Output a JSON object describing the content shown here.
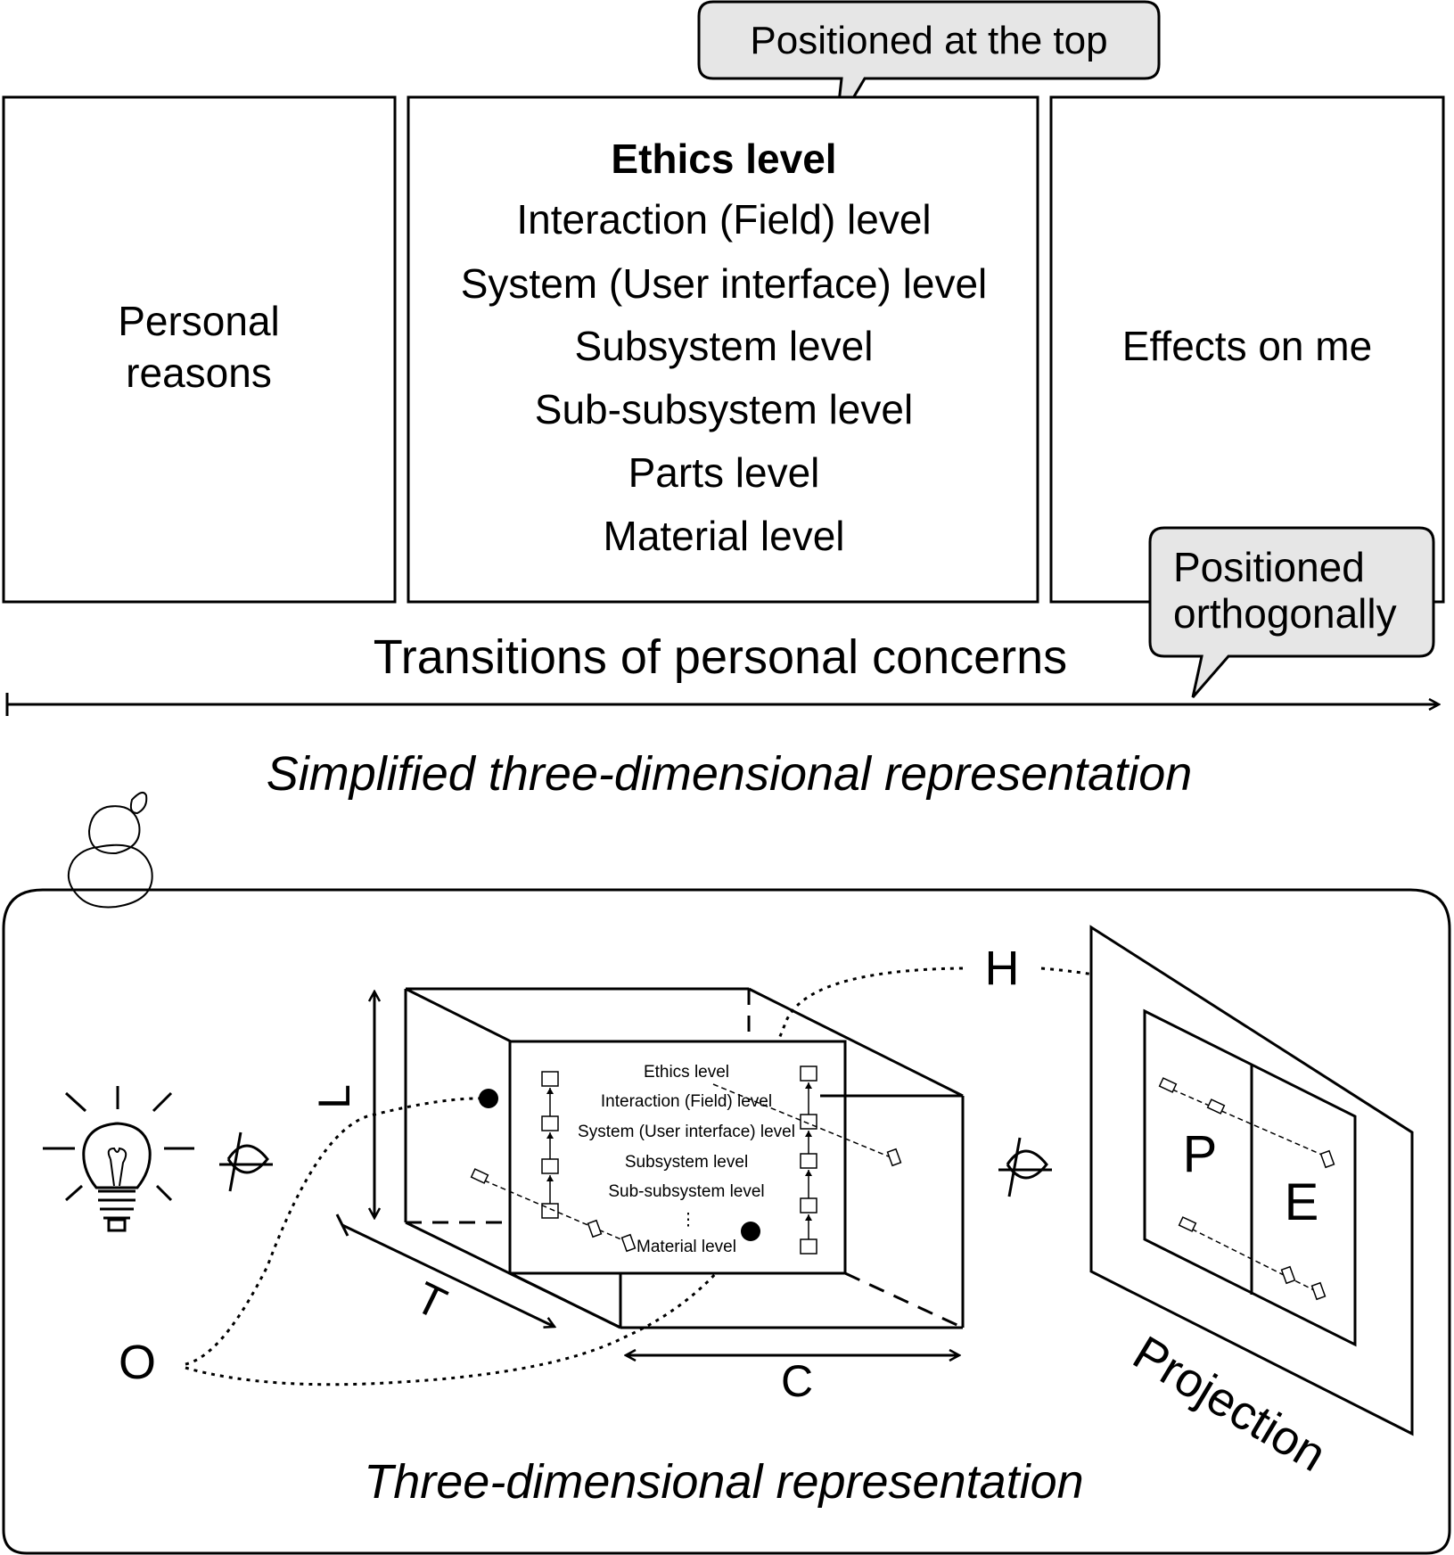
{
  "callouts": {
    "top": "Positioned at the top",
    "orthogonal_line1": "Positioned",
    "orthogonal_line2": "orthogonally"
  },
  "left_box": {
    "line1": "Personal",
    "line2": "reasons"
  },
  "center_box": {
    "levels": [
      "Ethics level",
      "Interaction (Field) level",
      "System (User interface) level",
      "Subsystem level",
      "Sub-subsystem level",
      "Parts level",
      "Material level"
    ]
  },
  "right_box": {
    "label": "Effects on me"
  },
  "axis": {
    "label": "Transitions of personal concerns"
  },
  "simplified_caption": "Simplified three-dimensional representation",
  "three_d": {
    "caption": "Three-dimensional representation",
    "axis_labels": {
      "L": "L",
      "T": "T",
      "C": "C",
      "H": "H",
      "O": "O"
    },
    "front_levels": [
      "Ethics level",
      "Interaction (Field) level",
      "System (User interface) level",
      "Subsystem level",
      "Sub-subsystem level",
      "⋮",
      "Material level"
    ],
    "projection": {
      "label": "Projection",
      "left_letter": "P",
      "right_letter": "E"
    }
  },
  "colors": {
    "callout_fill": "#e6e6e6",
    "stroke": "#000000",
    "background": "#ffffff"
  }
}
